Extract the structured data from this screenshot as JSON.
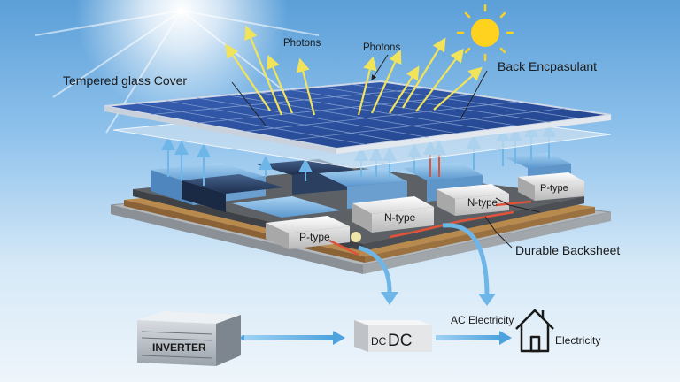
{
  "labels": {
    "photons_left": "Photons",
    "photons_right": "Photons",
    "glass_cover": "Tempered glass Cover",
    "back_encapsulant": "Back Encpasulant",
    "durable_backsheet": "Durable Backsheet",
    "cells": [
      "P-type",
      "N-type",
      "N-type",
      "P-type"
    ],
    "inverter": "INVERTER",
    "dc_small": "DC",
    "dc_large": "DC",
    "ac_electricity": "AC Electricity",
    "electricity": "Electricity"
  },
  "colors": {
    "sky_top": "#5b9fd8",
    "panel_blue": "#2a4f9e",
    "arrow_blue": "#6fb6e8",
    "photon_yellow": "#f2e45a",
    "sun": "#ffd21f",
    "wire_red": "#e0533a"
  },
  "icons": [
    "sun-icon",
    "house-icon",
    "inverter-box-icon"
  ]
}
